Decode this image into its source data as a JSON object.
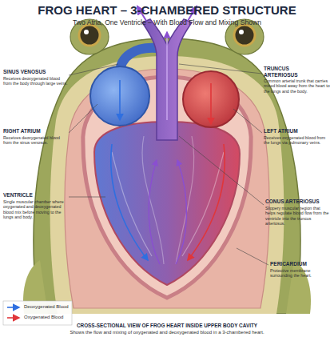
{
  "diagram": {
    "title": "FROG HEART – 3-CHAMBERED STRUCTURE",
    "caption": "CROSS-SECTIONAL VIEW OF FROG HEART INSIDE UPPER BODY CAVITY",
    "labels": [
      "Two Atria, One Ventricle – With Blood Flow and Mixing Shown",
      "SINUS VENOSUS",
      "Receives deoxygenated blood from the body through large veins.",
      "TRUNCUS ARTERIOSUS",
      "Common arterial trunk that carries mixed blood away from the heart to the lungs and the body.",
      "RIGHT ATRIUM",
      "Receives deoxygenated blood from the sinus venosus.",
      "LEFT ATRIUM",
      "Receives oxygenated blood from the lungs via pulmonary veins.",
      "VENTRICLE",
      "Single muscular chamber where oxygenated and deoxygenated blood mix before moving to the lungs and body.",
      "CONUS ARTERIOSUS",
      "Slippery muscular region that helps regulate blood flow from the ventricle into the truncus arteriosus.",
      "PERICARDIUM",
      "Protective membrane surrounding the heart.",
      "Shows the flow and mixing of oxygenated and deoxygenated blood in a 3-chambered heart."
    ],
    "legend": [
      {
        "text": "Deoxygenated Blood"
      },
      {
        "text": "Oxygenated Blood"
      }
    ]
  }
}
